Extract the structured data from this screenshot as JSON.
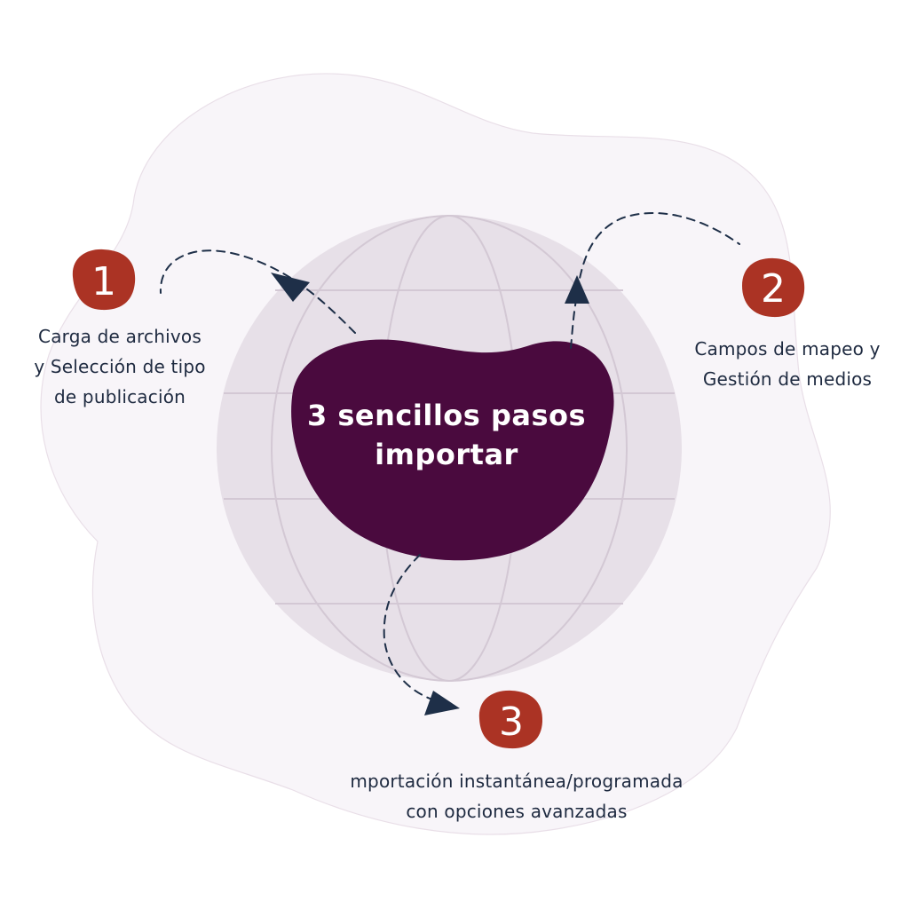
{
  "title": {
    "line1": "3 sencillos pasos",
    "line2": "importar"
  },
  "steps": [
    {
      "number": "1",
      "lines": [
        "Carga de archivos",
        "y Selección de tipo",
        "de publicación"
      ]
    },
    {
      "number": "2",
      "lines": [
        "Campos de mapeo y",
        "Gestión de medios"
      ]
    },
    {
      "number": "3",
      "lines": [
        "mportación instantánea/programada",
        "con opciones avanzadas"
      ]
    }
  ],
  "colors": {
    "background_blob": "#f8f5f9",
    "globe": "#e7e0e8",
    "globe_lines": "#d3c8d4",
    "center_blob": "#4a0a3e",
    "badge": "#ab3324",
    "arrow": "#1e2f48",
    "text": "#1e2a40"
  }
}
